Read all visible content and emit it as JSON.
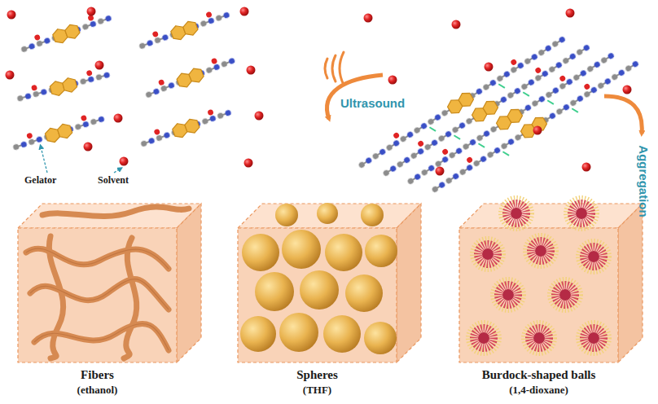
{
  "diagram": {
    "nodes": [
      {
        "text": [
          "Fibers",
          "(ethanol)"
        ]
      },
      {
        "text": [
          "Spheres",
          "(THF)"
        ]
      },
      {
        "text": [
          "Burdock-shaped balls",
          "(1,4-dioxane)"
        ]
      }
    ],
    "labels": [
      "Gelator",
      "Solvent",
      "Ultrasound",
      "Aggregation"
    ]
  }
}
